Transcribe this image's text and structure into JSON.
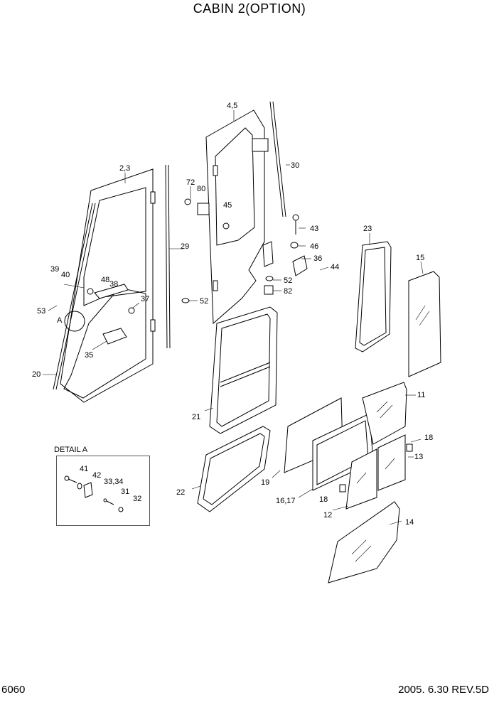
{
  "header": {
    "title": "CABIN 2(OPTION)"
  },
  "footer": {
    "page_number": "6060",
    "revision": "2005. 6.30 REV.5D"
  },
  "detail": {
    "title": "DETAIL A"
  },
  "callouts": {
    "c_45a": "4,5",
    "c_23a": "2,3",
    "c_30": "30",
    "c_72": "72",
    "c_80": "80",
    "c_45": "45",
    "c_43": "43",
    "c_46": "46",
    "c_36": "36",
    "c_44": "44",
    "c_52a": "52",
    "c_82": "82",
    "c_52b": "52",
    "c_29": "29",
    "c_39": "39",
    "c_40": "40",
    "c_48": "48",
    "c_38": "38",
    "c_37": "37",
    "c_53": "53",
    "c_A": "A",
    "c_35": "35",
    "c_20": "20",
    "c_23": "23",
    "c_15": "15",
    "c_21": "21",
    "c_11": "11",
    "c_18a": "18",
    "c_13": "13",
    "c_22": "22",
    "c_19": "19",
    "c_1617": "16,17",
    "c_18b": "18",
    "c_12": "12",
    "c_14": "14",
    "d_41": "41",
    "d_42": "42",
    "d_3334": "33,34",
    "d_31": "31",
    "d_32": "32"
  }
}
